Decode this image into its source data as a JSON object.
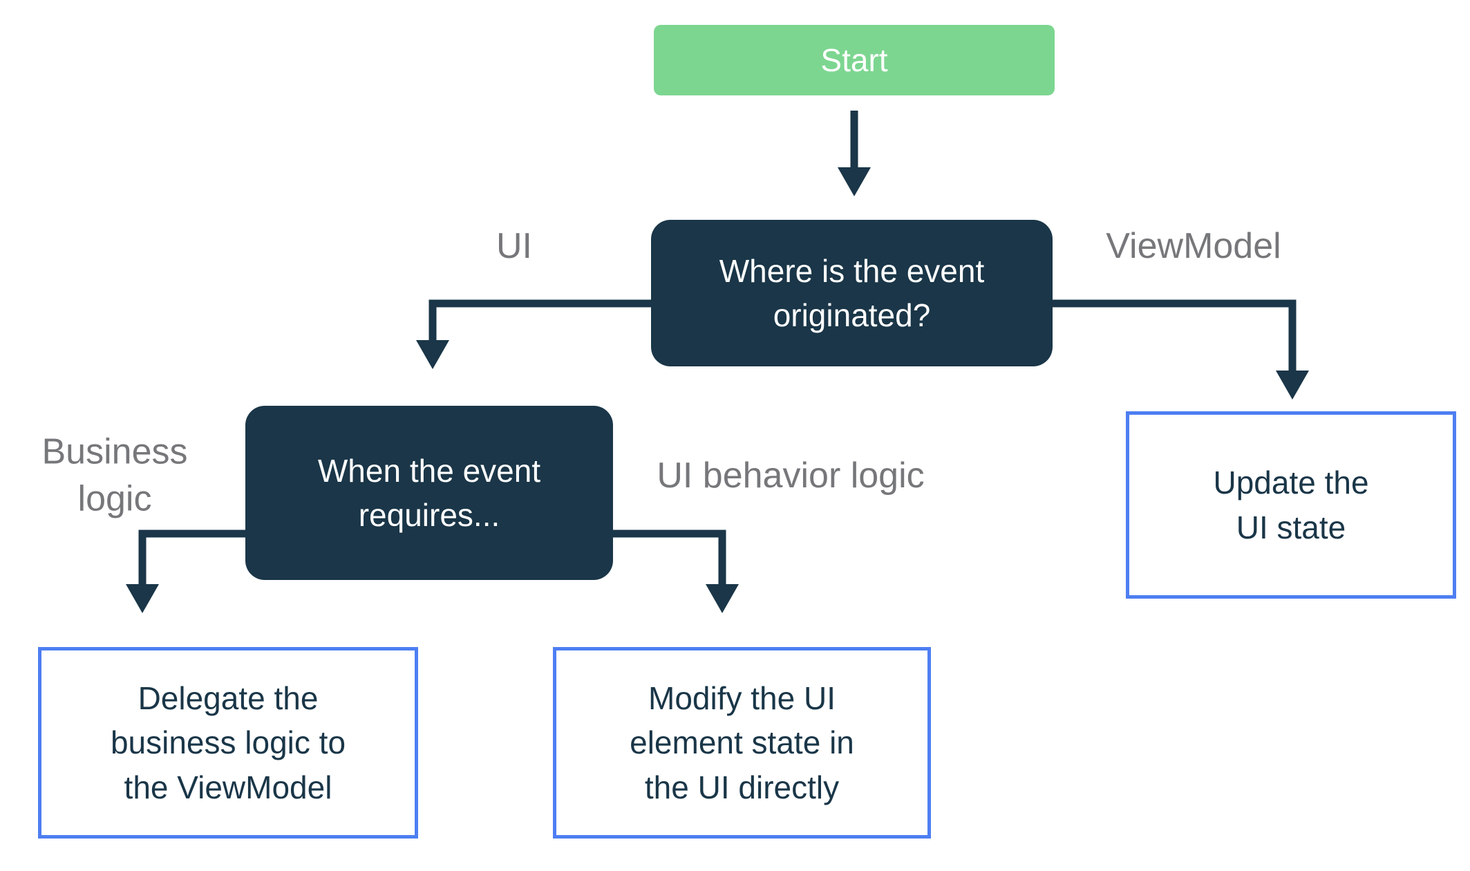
{
  "nodes": {
    "start": {
      "label": "Start"
    },
    "where_event_originated": {
      "label": "Where is the event\noriginated?"
    },
    "when_event_requires": {
      "label": "When the event\nrequires..."
    },
    "update_ui_state": {
      "label": "Update the\nUI state"
    },
    "delegate_business_logic": {
      "label": "Delegate the\nbusiness logic to\nthe ViewModel"
    },
    "modify_ui_element_state": {
      "label": "Modify the UI\nelement state in\nthe UI directly"
    }
  },
  "edge_labels": {
    "ui": "UI",
    "viewmodel": "ViewModel",
    "business_logic": "Business\nlogic",
    "ui_behavior_logic": "UI behavior logic"
  },
  "colors": {
    "start_fill": "#7cd690",
    "dark_fill": "#1a3648",
    "outline_stroke": "#4d7ef2",
    "text_on_dark": "#ffffff",
    "text_on_light": "#1a3648",
    "edge_label": "#76777a",
    "arrow": "#1a3648",
    "canvas_bg": "#ffffff"
  }
}
